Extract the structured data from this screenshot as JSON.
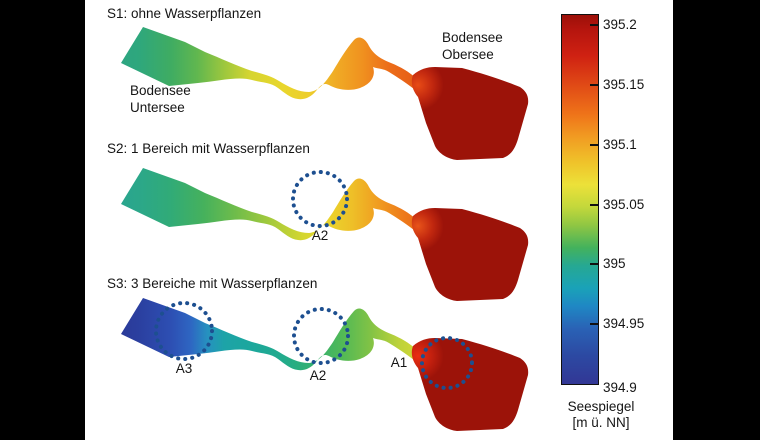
{
  "scenarios": [
    {
      "title": "S1: ohne Wasserpflanzen"
    },
    {
      "title": "S2: 1 Bereich mit Wasserpflanzen"
    },
    {
      "title": "S3: 3 Bereiche mit Wasserpflanzen"
    }
  ],
  "labels": {
    "untersee1": "Bodensee",
    "untersee2": "Untersee",
    "obersee1": "Bodensee",
    "obersee2": "Obersee",
    "a1": "A1",
    "a2": "A2",
    "a3": "A3"
  },
  "colorbar": {
    "ticks": [
      "395.2",
      "395.15",
      "395.1",
      "395.05",
      "395",
      "394.95",
      "394.9"
    ],
    "caption1": "Seespiegel",
    "caption2": "[m ü. NN]"
  },
  "chart_data": {
    "type": "heatmap",
    "title": "",
    "variable": "Seespiegel [m ü. NN]",
    "colorbar": {
      "min": 394.9,
      "max": 395.2,
      "ticks": [
        395.2,
        395.15,
        395.1,
        395.05,
        395.0,
        394.95,
        394.9
      ],
      "label": "Seespiegel [m ü. NN]",
      "orientation": "vertical",
      "scale_colors_top_to_bottom": [
        "#9c1009",
        "#cf2112",
        "#ef7419",
        "#efc32a",
        "#ece139",
        "#8fc643",
        "#44b25c",
        "#26a893",
        "#1aa2b8",
        "#1f87c4",
        "#2a62b5",
        "#323795"
      ]
    },
    "annotation_circle_color": "#1d4f90",
    "obersee_color": "#9c1309",
    "panels": [
      {
        "name": "S1: ohne Wasserpflanzen",
        "marked_areas": [],
        "estimated_levels": {
          "Bodensee Untersee": 395.05,
          "Seerhein channel": "395.1 to 395.17 (yellow to orange)",
          "Bodensee Obersee": "above 395.2 (dark red)"
        }
      },
      {
        "name": "S2: 1 Bereich mit Wasserpflanzen",
        "marked_areas": [
          "A2"
        ],
        "estimated_levels": {
          "Bodensee Untersee": 395.05,
          "Seerhein channel": "395.06 to 395.12 (green to yellow), orange-red after A2",
          "A2 area": "395.1 to 395.13 (yellow-orange)",
          "Bodensee Obersee": "above 395.2 (dark red)"
        }
      },
      {
        "name": "S3: 3 Bereiche mit Wasserpflanzen",
        "marked_areas": [
          "A3",
          "A2",
          "A1"
        ],
        "estimated_levels": {
          "Bodensee Untersee": "394.9 to 394.95 (dark blue)",
          "A3 area": "394.95 (blue, transition to cyan)",
          "Seerhein channel": "395.0 to 395.02 (teal)",
          "A2 area": "395.05 (green)",
          "channel before A1": "395.1 (yellow)",
          "A1 area": "transition yellow to dark red at Obersee inlet",
          "Bodensee Obersee": "above 395.2 (dark red)"
        }
      }
    ]
  }
}
